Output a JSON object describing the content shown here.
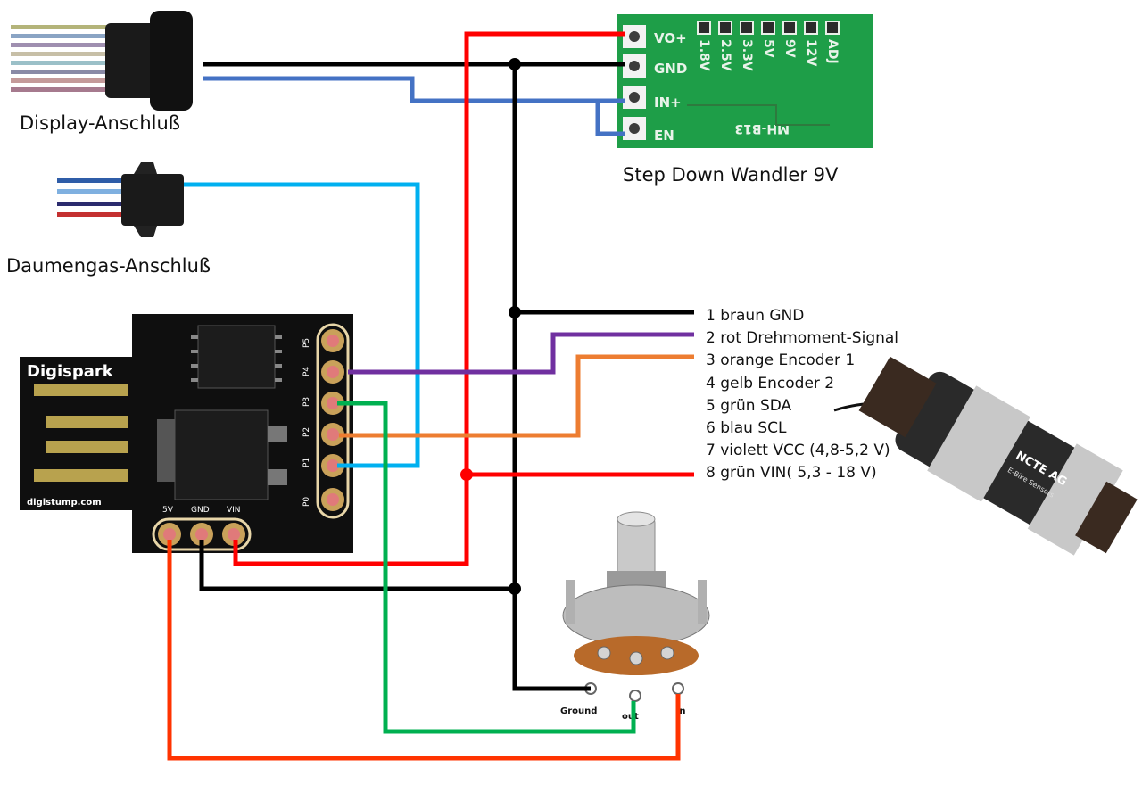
{
  "labels": {
    "display": "Display-Anschluß",
    "thumb": "Daumengas-Anschluß",
    "stepdown": "Step Down Wandler 9V"
  },
  "stepdown_board": {
    "pins": [
      "VO+",
      "GND",
      "IN+",
      "EN"
    ],
    "voltages": [
      "1.8V",
      "2.5V",
      "3.3V",
      "5V",
      "9V",
      "12V",
      "ADJ"
    ],
    "model": "MH-B13"
  },
  "digispark": {
    "title": "Digispark",
    "url": "digistump.com",
    "right_pins": [
      "P5",
      "P4",
      "P3",
      "P2",
      "P1",
      "P0"
    ],
    "bottom_pins": [
      "5V",
      "GND",
      "VIN"
    ]
  },
  "sensor_pins": [
    "1 braun GND",
    "2 rot Drehmoment-Signal",
    "3 orange Encoder 1",
    "4 gelb Encoder 2",
    "5 grün SDA",
    "6 blau SCL",
    "7 violett VCC (4,8-5,2 V)",
    "8 grün VIN( 5,3 - 18 V)"
  ],
  "sensor_label": "NCTE AG",
  "sensor_sub": "E-Bike Sensors",
  "potentiometer": {
    "ground": "Ground",
    "out": "out",
    "in": "in"
  },
  "colors": {
    "black": "#000000",
    "red": "#ff0000",
    "blue": "#4472c4",
    "lightblue": "#00b0f0",
    "purple": "#7030a0",
    "orange": "#ed7d31",
    "green": "#00b050",
    "redorange": "#ff3300",
    "pcb_green": "#1e9e48",
    "digispark_black": "#111111"
  }
}
